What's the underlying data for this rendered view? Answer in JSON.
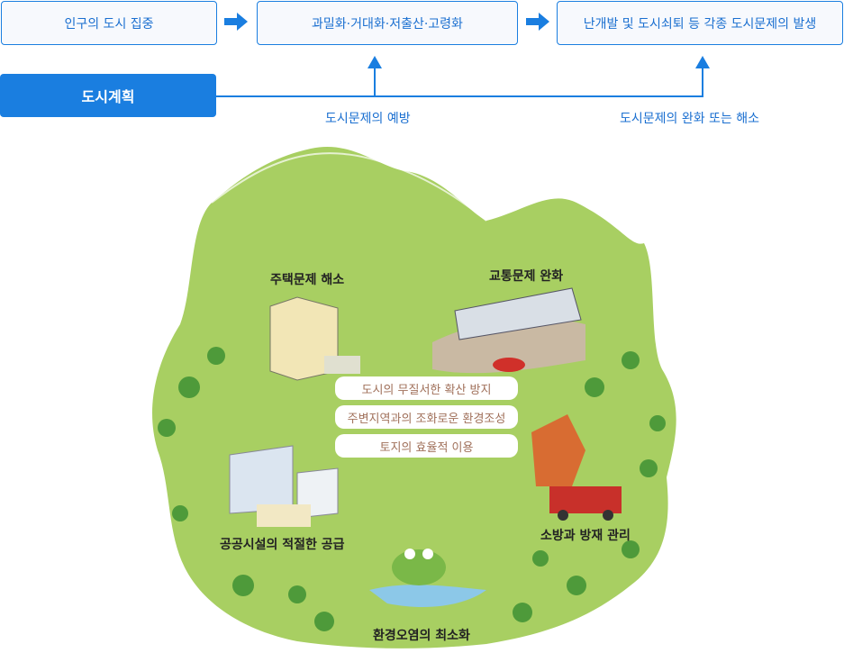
{
  "flow": {
    "steps": [
      "인구의 도시 집중",
      "과밀화·거대화·저출산·고령화",
      "난개발 및 도시쇠퇴 등 각종 도시문제의 발생"
    ],
    "plan": "도시계획",
    "captions": [
      "도시문제의 예방",
      "도시문제의 완화 또는 해소"
    ]
  },
  "map": {
    "labels": [
      "주택문제 해소",
      "교통문제 완화",
      "공공시설의 적절한 공급",
      "소방과 방재 관리",
      "환경오염의 최소화"
    ],
    "goals": [
      "도시의 무질서한 확산 방지",
      "주변지역과의 조화로운 환경조성",
      "토지의 효율적 이용"
    ]
  },
  "colors": {
    "accent": "#1a7ee0",
    "green": "#9cc95a"
  }
}
